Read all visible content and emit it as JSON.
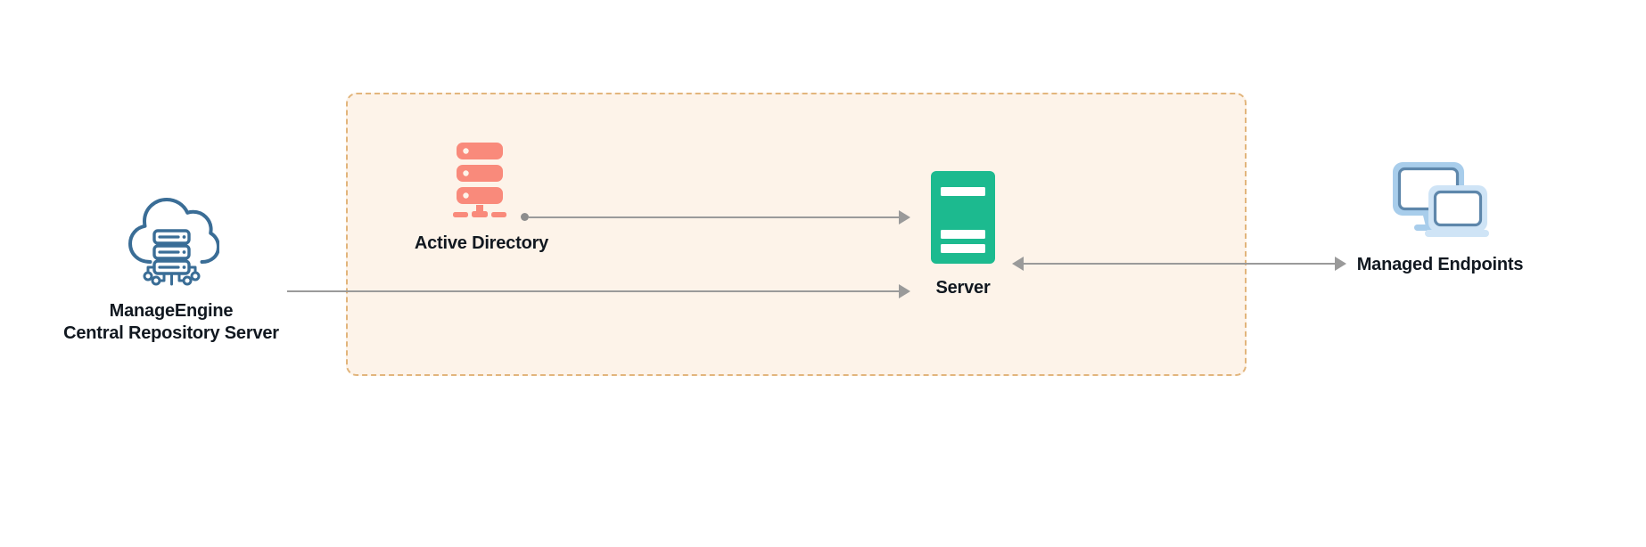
{
  "diagram": {
    "title": "ManageEngine endpoint management architecture",
    "background": "#ffffff",
    "zone": {
      "name": "customer-network-zone",
      "fill": "#fdf3e9",
      "border_color": "#e2b57c",
      "border_style": "dashed"
    },
    "nodes": [
      {
        "id": "central-repository-server",
        "label": "ManageEngine\nCentral Repository Server",
        "icon": "cloud-server-icon",
        "color": "#3a6d96"
      },
      {
        "id": "active-directory",
        "label": "Active Directory",
        "icon": "database-stack-icon",
        "color": "#f98a7b"
      },
      {
        "id": "server",
        "label": "Server",
        "icon": "server-rack-icon",
        "color": "#1cba8f"
      },
      {
        "id": "managed-endpoints",
        "label": "Managed Endpoints",
        "icon": "monitor-laptop-icon",
        "color": "#a8cdeb"
      }
    ],
    "connectors": [
      {
        "id": "active-directory-to-server",
        "from": "active-directory",
        "to": "server",
        "direction": "one-way",
        "color": "#9a9a9a",
        "start_marker": "dot",
        "end_marker": "arrow"
      },
      {
        "id": "central-repository-to-server",
        "from": "central-repository-server",
        "to": "server",
        "direction": "one-way",
        "color": "#9a9a9a",
        "start_marker": "none",
        "end_marker": "arrow"
      },
      {
        "id": "server-to-managed-endpoints",
        "from": "server",
        "to": "managed-endpoints",
        "direction": "two-way",
        "color": "#9a9a9a",
        "start_marker": "arrow",
        "end_marker": "arrow"
      }
    ]
  }
}
